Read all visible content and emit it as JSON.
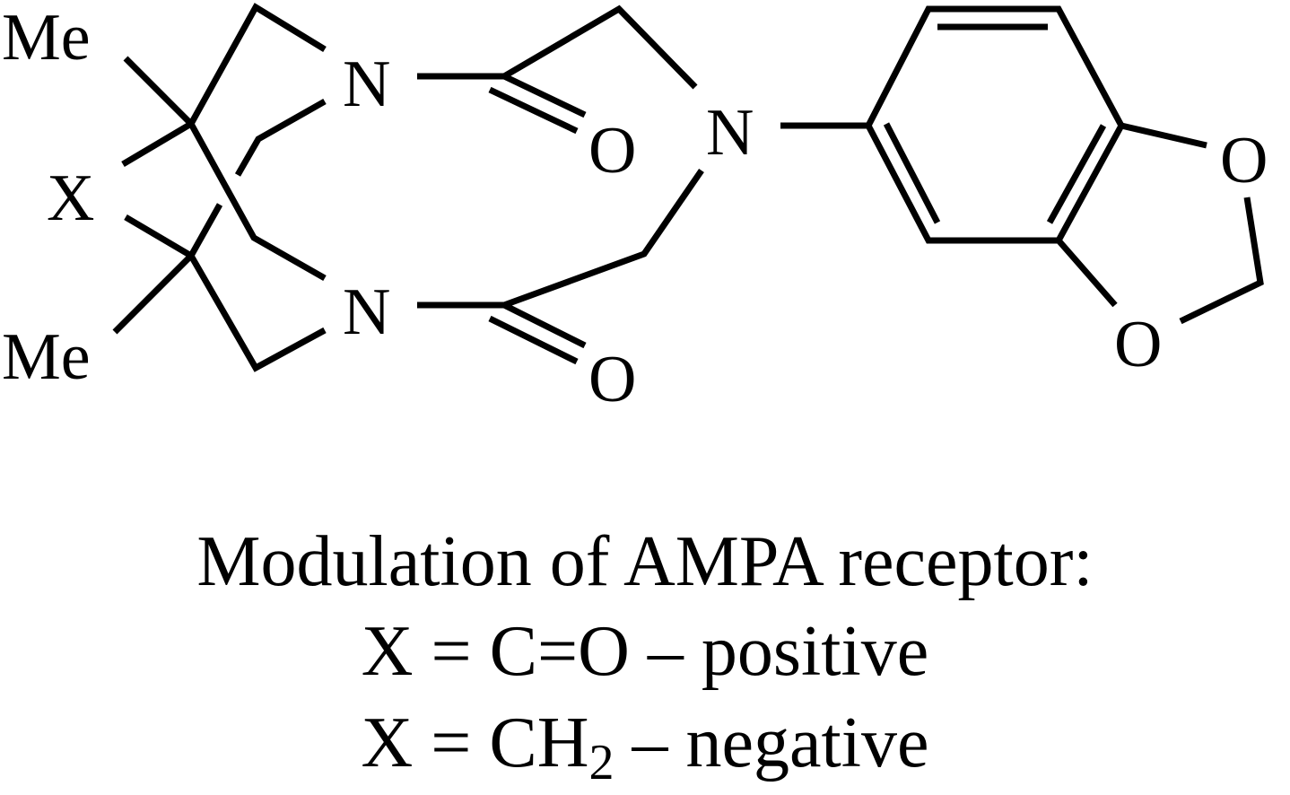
{
  "figure": {
    "atom_labels": {
      "me_top": "Me",
      "me_bottom": "Me",
      "x": "X",
      "n_upper": "N",
      "n_lower": "N",
      "n_central": "N",
      "o_carbonyl_upper": "O",
      "o_carbonyl_lower": "O",
      "o_dioxole_upper": "O",
      "o_dioxole_lower": "O"
    },
    "caption": {
      "title": "Modulation of AMPA receptor:",
      "line1_prefix": "X = C",
      "line1_bond": "=",
      "line1_suffix": "O – positive",
      "line2_prefix": "X = CH",
      "line2_subscript": "2",
      "line2_suffix": " – negative"
    }
  }
}
